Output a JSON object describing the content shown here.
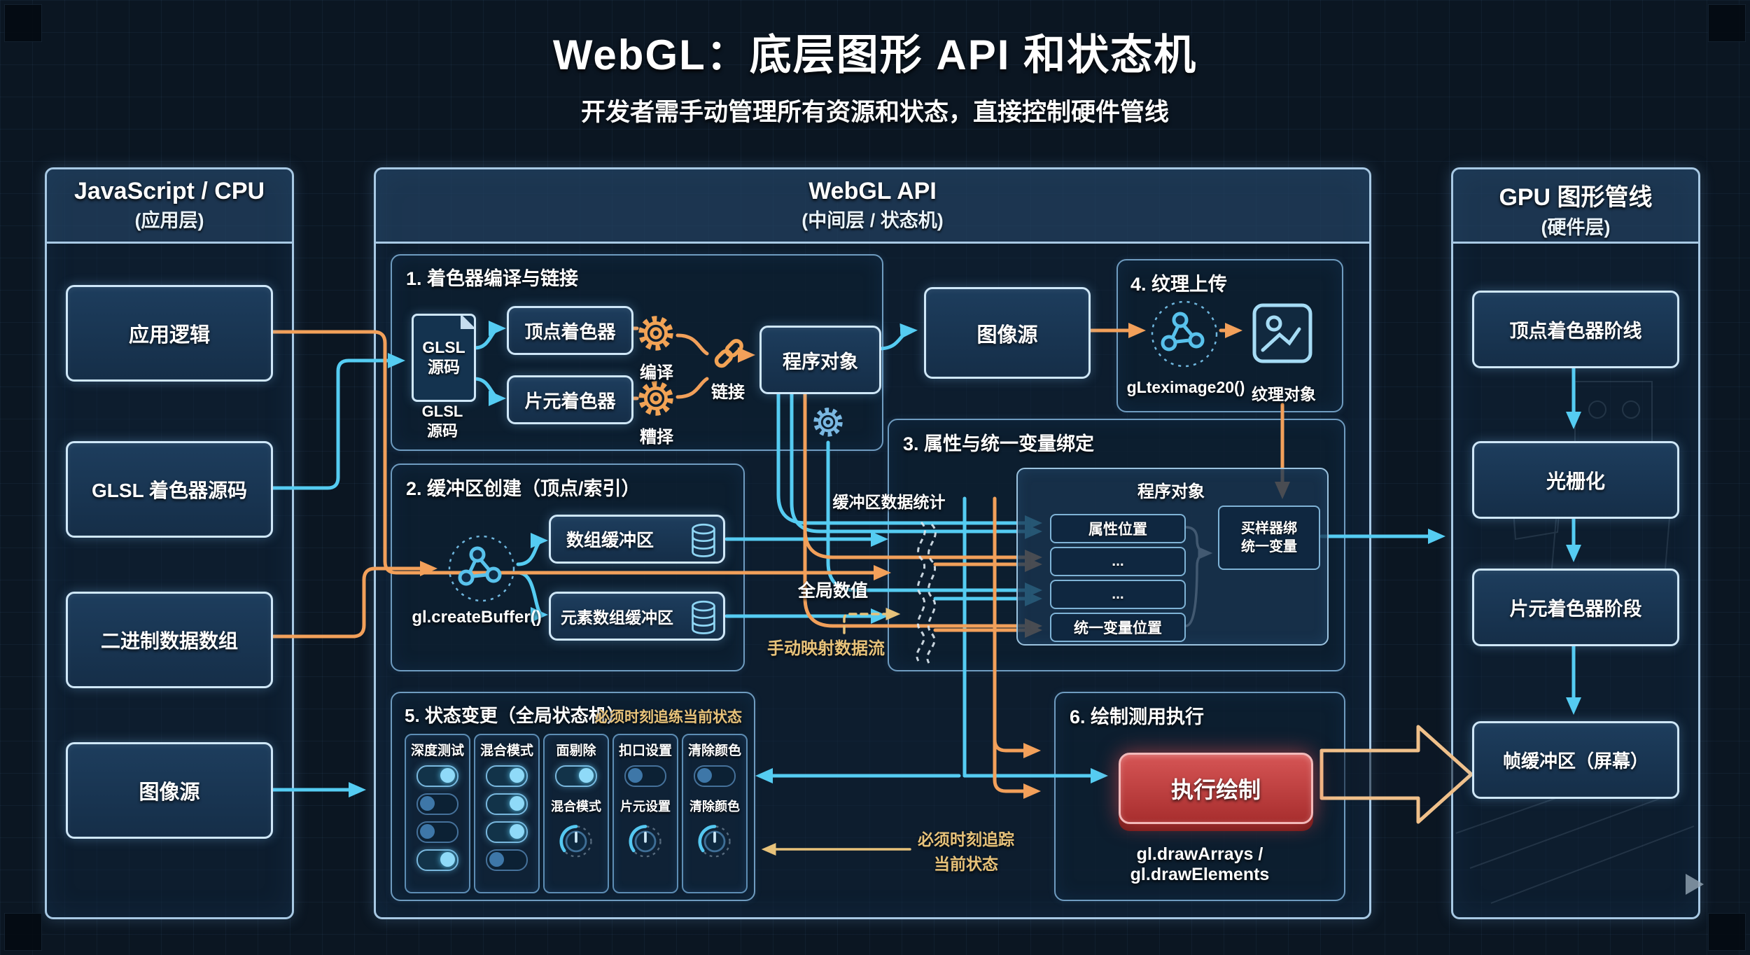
{
  "title": "WebGL：底层图形 API 和状态机",
  "subtitle": "开发者需手动管理所有资源和状态，直接控制硬件管线",
  "colors": {
    "background": "#0b1622",
    "panel_border": "#a8c9e4",
    "accent_cyan": "#55ccf2",
    "accent_orange": "#f2a05a",
    "note_gold": "#e7c27a",
    "danger_red": "#c84040"
  },
  "left_panel": {
    "title": "JavaScript / CPU",
    "layer": "(应用层)",
    "boxes": [
      "应用逻辑",
      "GLSL 着色器源码",
      "二进制数据数组",
      "图像源"
    ]
  },
  "webgl_panel": {
    "title": "WebGL API",
    "layer": "(中间层 / 状态机)",
    "section1": {
      "title": "1. 着色器编译与链接",
      "file_line1": "GLSL",
      "file_line2": "源码",
      "caption_line1": "GLSL",
      "caption_line2": "源码",
      "vertex": "顶点着色器",
      "fragment": "片元着色器",
      "compile_top": "编译",
      "compile_bottom": "糟择",
      "link": "链接",
      "program": "程序对象"
    },
    "image_source": "图像源",
    "section4": {
      "title": "4. 纹理上传",
      "api": "gLteximage20()",
      "texture": "纹理对象"
    },
    "section3": {
      "title": "3. 属性与统一变量绑定",
      "program": "程序对象",
      "rows": [
        "属性位置",
        "...",
        "...",
        "统一变量位置"
      ],
      "sampler_line1": "买样器绑",
      "sampler_line2": "统一变量"
    },
    "buffer_data_label": "缓冲区数据统计",
    "section2": {
      "title": "2. 缓冲区创建（顶点/索引）",
      "api": "gl.createBuffer()",
      "array_buffer": "数组缓冲区",
      "element_buffer": "元素数组缓冲区"
    },
    "global_value_label": "全局数值",
    "manual_map_label": "手动映射数据流",
    "section5": {
      "title": "5. 状态变更（全局状态机）",
      "note": "必须时刻追练当前状态",
      "columns": [
        {
          "header": "深度测试",
          "toggles": [
            true,
            false,
            false,
            true
          ]
        },
        {
          "header": "混合模式",
          "toggles": [
            true,
            true,
            true,
            false
          ]
        },
        {
          "header": "面剔除",
          "toggles": [
            true
          ],
          "knob_label": "混合模式"
        },
        {
          "header": "扣口设置",
          "toggles": [
            false
          ],
          "knob_label": "片元设置"
        },
        {
          "header": "清除颜色",
          "toggles": [
            false
          ],
          "knob_label": "清除颜色"
        }
      ]
    },
    "section6": {
      "title": "6. 绘制测用执行",
      "button": "执行绘制",
      "caption": "gl.drawArrays / gl.drawElements"
    },
    "state_note_line1": "必须时刻追踪",
    "state_note_line2": "当前状态"
  },
  "gpu_panel": {
    "title": "GPU 图形管线",
    "layer": "(硬件层)",
    "boxes": [
      "顶点着色器阶线",
      "光栅化",
      "片元着色器阶段",
      "帧缓冲区（屏幕）"
    ]
  }
}
